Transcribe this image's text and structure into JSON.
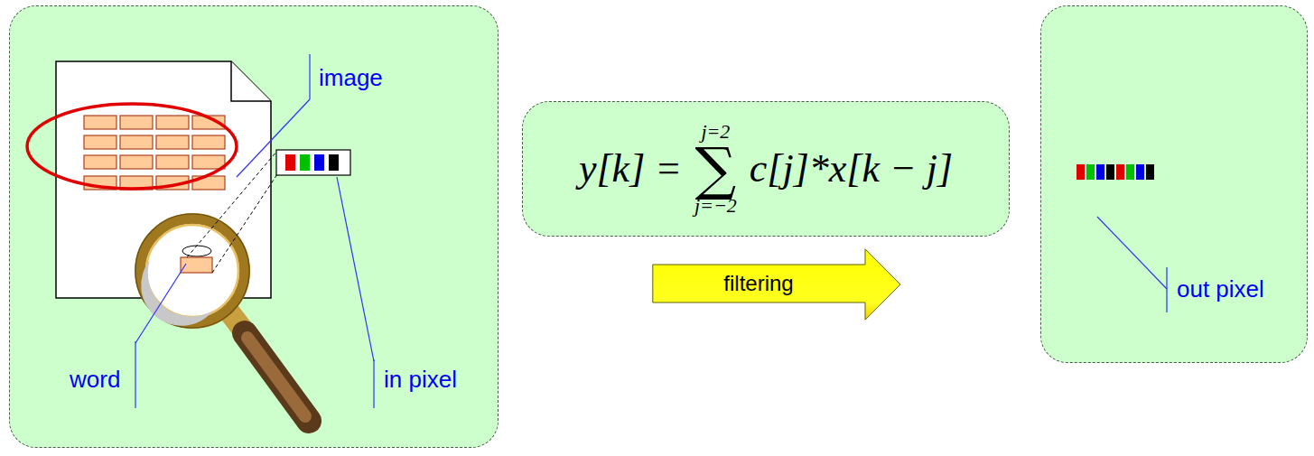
{
  "diagram": {
    "nodes": [
      {
        "text": [
          "image",
          "word",
          "in pixel"
        ]
      },
      {
        "text": [
          "y[k] =",
          "j=2",
          "∑",
          "j=−2",
          "c[j]*x[k − j]"
        ]
      },
      {
        "text": [
          "filtering"
        ]
      },
      {
        "text": [
          "out pixel"
        ]
      }
    ]
  }
}
